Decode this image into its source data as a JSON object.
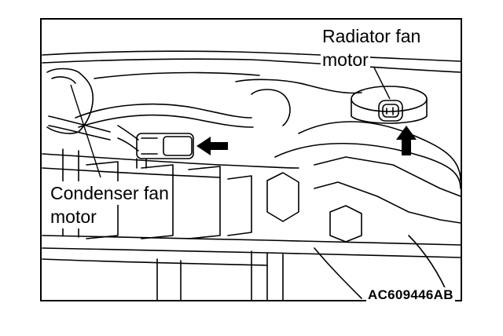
{
  "labels": {
    "radiator_fan_motor_line1": "Radiator fan",
    "radiator_fan_motor_line2": "motor",
    "condenser_fan_motor_line1": "Condenser fan",
    "condenser_fan_motor_line2": "motor"
  },
  "figure_code": "AC609446AB",
  "colors": {
    "ink": "#000000",
    "paper": "#ffffff"
  }
}
